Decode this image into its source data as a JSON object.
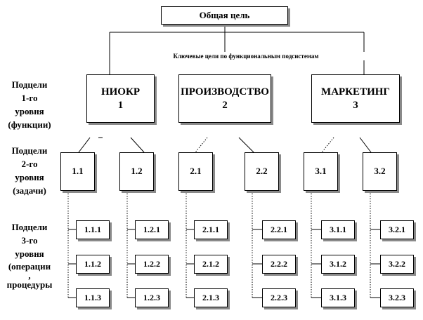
{
  "root": {
    "label": "Общая цель"
  },
  "caption": "Ключевые цели по функциональным подсистемам",
  "level_labels": [
    {
      "lines": [
        "Подцели",
        "1-го",
        "уровня",
        "(функции)"
      ]
    },
    {
      "lines": [
        "Подцели",
        "2-го",
        "уровня",
        "(задачи)"
      ]
    },
    {
      "lines": [
        "Подцели",
        "3-го",
        "уровня",
        "(операции",
        ",",
        "процедуры"
      ]
    }
  ],
  "functions": [
    {
      "name": "НИОКР",
      "number": "1",
      "tasks": [
        {
          "label": "1.1",
          "operations": [
            "1.1.1",
            "1.1.2",
            "1.1.3"
          ]
        },
        {
          "label": "1.2",
          "operations": [
            "1.2.1",
            "1.2.2",
            "1.2.3"
          ]
        }
      ]
    },
    {
      "name": "ПРОИЗВОДСТВО",
      "number": "2",
      "tasks": [
        {
          "label": "2.1",
          "operations": [
            "2.1.1",
            "2.1.2",
            "2.1.3"
          ]
        },
        {
          "label": "2.2",
          "operations": [
            "2.2.1",
            "2.2.2",
            "2.2.3"
          ]
        }
      ]
    },
    {
      "name": "МАРКЕТИНГ",
      "number": "3",
      "tasks": [
        {
          "label": "3.1",
          "operations": [
            "3.1.1",
            "3.1.2",
            "3.1.3"
          ]
        },
        {
          "label": "3.2",
          "operations": [
            "3.2.1",
            "3.2.2",
            "3.2.3"
          ]
        }
      ]
    }
  ]
}
